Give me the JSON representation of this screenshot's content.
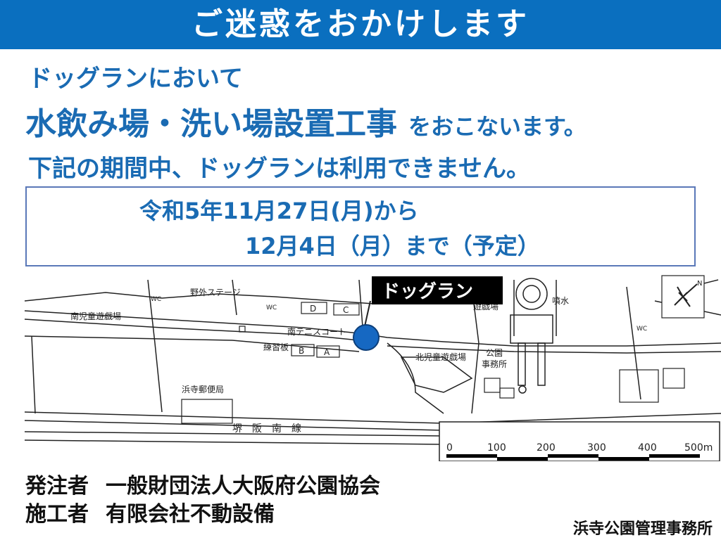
{
  "banner": {
    "title": "ご迷惑をおかけします"
  },
  "notice": {
    "line1": "ドッグランにおいて",
    "line2_main": "水飲み場・洗い場設置工事",
    "line2_sub": "をおこないます。",
    "line3": "下記の期間中、ドッグランは利用できません。"
  },
  "period": {
    "start": "令和5年11月27日(月)から",
    "end": "12月4日（月）まで（予定）"
  },
  "map": {
    "callout": "ドッグラン",
    "labels": {
      "nojo": "野外ステージ",
      "minami_jido": "南児童遊戯場",
      "minami_tennis": "南テニスコート",
      "renshuban": "練習板",
      "kita_jido": "北児童遊戯場",
      "koen_jimusho": "公園\n事務所",
      "yuugijo": "遊戯場",
      "funsui": "噴水",
      "yubinkyoku": "浜寺郵便局",
      "road": "堺　阪　南　線",
      "court_a": "A",
      "court_b": "B",
      "court_c": "C",
      "court_d": "D",
      "wc1": "WC",
      "wc2": "WC",
      "wc3": "WC",
      "compass_n": "N"
    },
    "scale_ticks": [
      "0",
      "100",
      "200",
      "300",
      "400",
      "500m"
    ],
    "colors": {
      "marker": "#1668c2",
      "line": "#222222"
    }
  },
  "footer": {
    "orderer_label": "発注者",
    "orderer_value": "一般財団法人大阪府公園協会",
    "contractor_label": "施工者",
    "contractor_value": "有限会社不動設備",
    "office": "浜寺公園管理事務所"
  }
}
